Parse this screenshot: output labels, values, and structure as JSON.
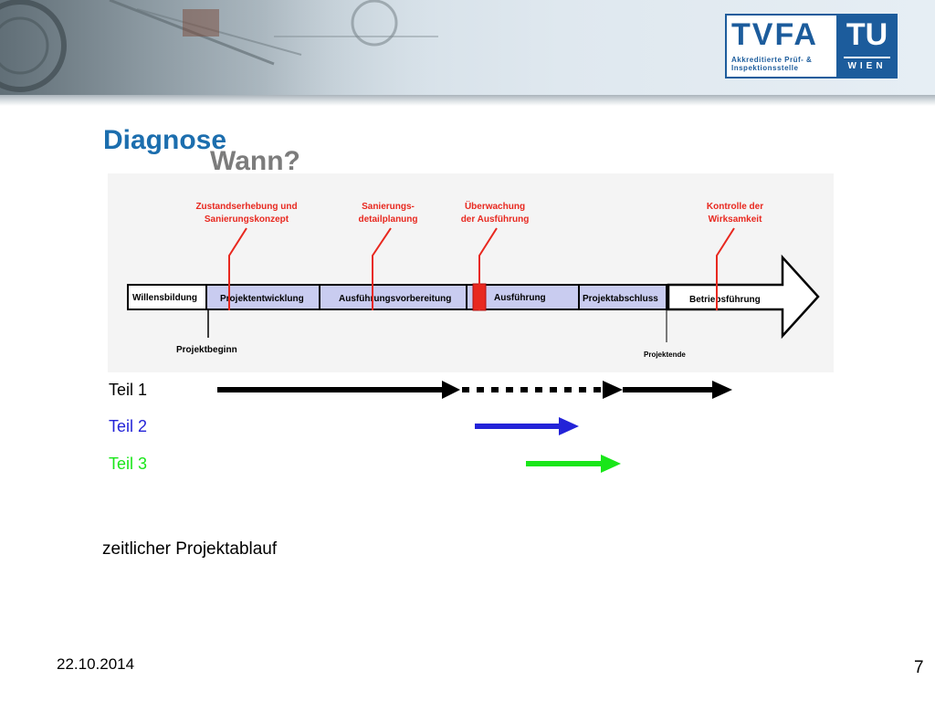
{
  "header": {
    "logo_tvfa": {
      "name": "TVFA",
      "subtitle_line1": "Akkreditierte Prüf- &",
      "subtitle_line2": "Inspektionsstelle"
    },
    "logo_tu": {
      "name": "TU",
      "subtitle": "WIEN"
    }
  },
  "slide": {
    "title": "Diagnose",
    "subtitle": "Wann?"
  },
  "diagram": {
    "phases": [
      "Willensbildung",
      "Projektentwicklung",
      "Ausführungsvorbereitung",
      "Ausführung",
      "Projektabschluss",
      "Betriebsführung"
    ],
    "callouts": [
      {
        "line1": "Zustandserhebung und",
        "line2": "Sanierungskonzept"
      },
      {
        "line1": "Sanierungs-",
        "line2": "detailplanung"
      },
      {
        "line1": "Überwachung",
        "line2": "der Ausführung"
      },
      {
        "line1": "Kontrolle der",
        "line2": "Wirksamkeit"
      }
    ],
    "marker_start": "Projektbeginn",
    "marker_end": "Projektende",
    "colors": {
      "phase_fill": "#c9ccf0",
      "callout": "#e8281f",
      "highlight": "#e8281f"
    }
  },
  "rows": [
    {
      "label": "Teil 1",
      "color": "#000000"
    },
    {
      "label": "Teil 2",
      "color": "#2323d8"
    },
    {
      "label": "Teil 3",
      "color": "#19e619"
    }
  ],
  "caption": "zeitlicher Projektablauf",
  "footer": {
    "date": "22.10.2014",
    "page": "7"
  }
}
